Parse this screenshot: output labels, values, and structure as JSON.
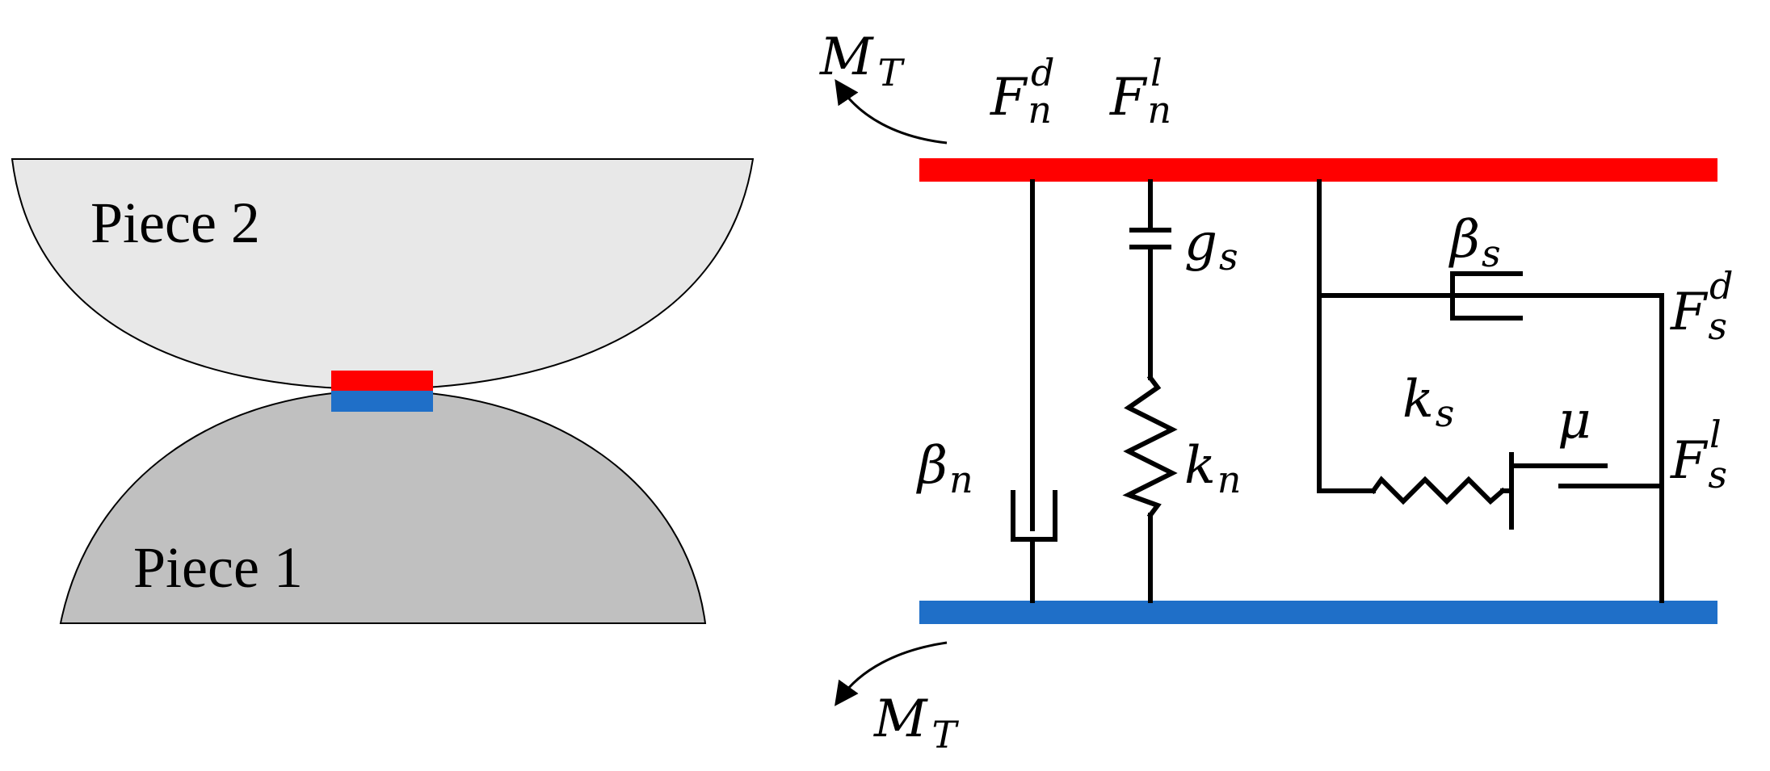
{
  "pieces": {
    "top_label": "Piece 2",
    "bottom_label": "Piece 1"
  },
  "colors": {
    "top_plate": "#ff0000",
    "bottom_plate": "#1f6fc8",
    "piece_top_fill": "#e8e8e8",
    "piece_bottom_fill": "#c0c0c0"
  },
  "labels": {
    "moment_top": {
      "sym": "M",
      "sub": "T"
    },
    "moment_bottom": {
      "sym": "M",
      "sub": "T"
    },
    "fn_damping": {
      "sym": "F",
      "sub": "n",
      "sup": "d"
    },
    "fn_linear": {
      "sym": "F",
      "sub": "n",
      "sup": "l"
    },
    "gap": {
      "sym": "g",
      "sub": "s"
    },
    "beta_n": {
      "sym": "β",
      "sub": "n"
    },
    "k_n": {
      "sym": "k",
      "sub": "n"
    },
    "beta_s": {
      "sym": "β",
      "sub": "s"
    },
    "k_s": {
      "sym": "k",
      "sub": "s"
    },
    "mu": {
      "sym": "μ"
    },
    "fs_damping": {
      "sym": "F",
      "sub": "s",
      "sup": "d"
    },
    "fs_linear": {
      "sym": "F",
      "sub": "s",
      "sup": "l"
    }
  }
}
